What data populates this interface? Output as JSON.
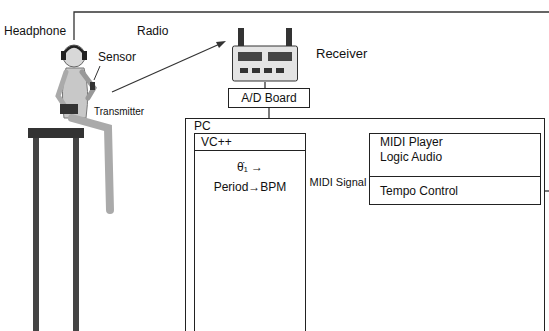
{
  "diagram": {
    "nodes": [
      {
        "text": [
          "Receiver"
        ]
      },
      {
        "text": [
          "A/D Board"
        ]
      },
      {
        "text": [
          "PC"
        ]
      },
      {
        "text": [
          "VC++",
          "θ̇₁ → Period→BPM"
        ],
        "in": 2
      },
      {
        "text": [
          "MIDI Player Logic Audio"
        ],
        "in": 2
      },
      {
        "text": [
          "Tempo Control"
        ],
        "in": 4
      }
    ],
    "edges": [
      {
        "from": 0,
        "to": 1,
        "arrow": "none"
      },
      {
        "from": 1,
        "to": 2,
        "arrow": "none"
      },
      {
        "from": 3,
        "to": 5,
        "label": "MIDI Signal",
        "arrow": "to"
      }
    ],
    "labels": [
      "Headphone",
      "Radio",
      "Sensor",
      "Transmitter"
    ]
  }
}
